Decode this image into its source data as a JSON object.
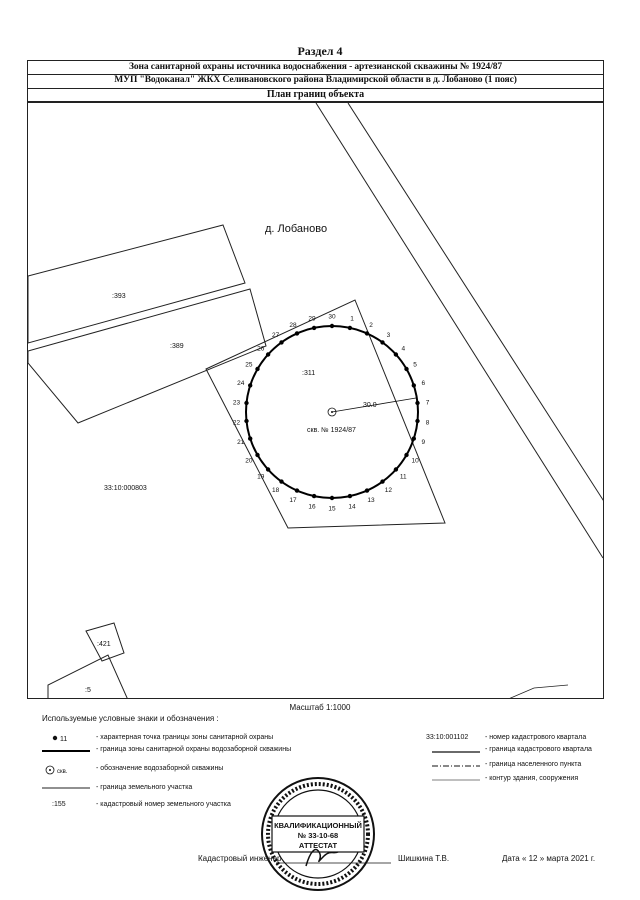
{
  "header": {
    "section": "Раздел 4",
    "line1": "Зона санитарной охраны источника водоснабжения -  артезианской скважины № 1924/87",
    "line2": "МУП \"Водоканал\" ЖКХ Селивановского района Владимирской области в д. Лобаново (1 пояс)",
    "subtitle": "План границ объекта"
  },
  "map": {
    "settlement": "д. Лобаново",
    "parcels": [
      ":393",
      ":389",
      ":311",
      ":421",
      ":5"
    ],
    "quarter": "33:10:000803",
    "radius_label": "30.0",
    "well_label": "скв. № 1924/87",
    "point_count": 30,
    "scale": "Масштаб 1:1000"
  },
  "legend": {
    "title": "Используемые условные знаки и обозначения :",
    "point_sample": "11",
    "well_sample": "скв.",
    "parcel_sample": ":155",
    "quarter_sample": "33:10:001102",
    "items": {
      "point": "- характерная точка границы зоны санитарной охраны",
      "zone_border": "- граница зоны санитарной охраны водозаборной скважины",
      "well": "- обозначение водозаборной скважины",
      "parcel_border": "- граница земельного участка",
      "parcel_number": "- кадастровый номер земельного участка",
      "quarter_number": "- номер кадастрового квартала",
      "quarter_border": "- граница кадастрового квартала",
      "settlement_border": "- граница населенного пункта",
      "building": "- контур здания, сооружения"
    }
  },
  "footer": {
    "engineer_label": "Кадастровый инженер",
    "engineer_name": "Шишкина Т.В.",
    "date": "Дата  « 12 » марта  2021 г."
  },
  "stamp": {
    "line1": "КВАЛИФИКАЦИОННЫЙ",
    "line2": "№ 33-10-68",
    "line3": "АТТЕСТАТ"
  },
  "colors": {
    "ink": "#111111",
    "paper": "#ffffff"
  }
}
